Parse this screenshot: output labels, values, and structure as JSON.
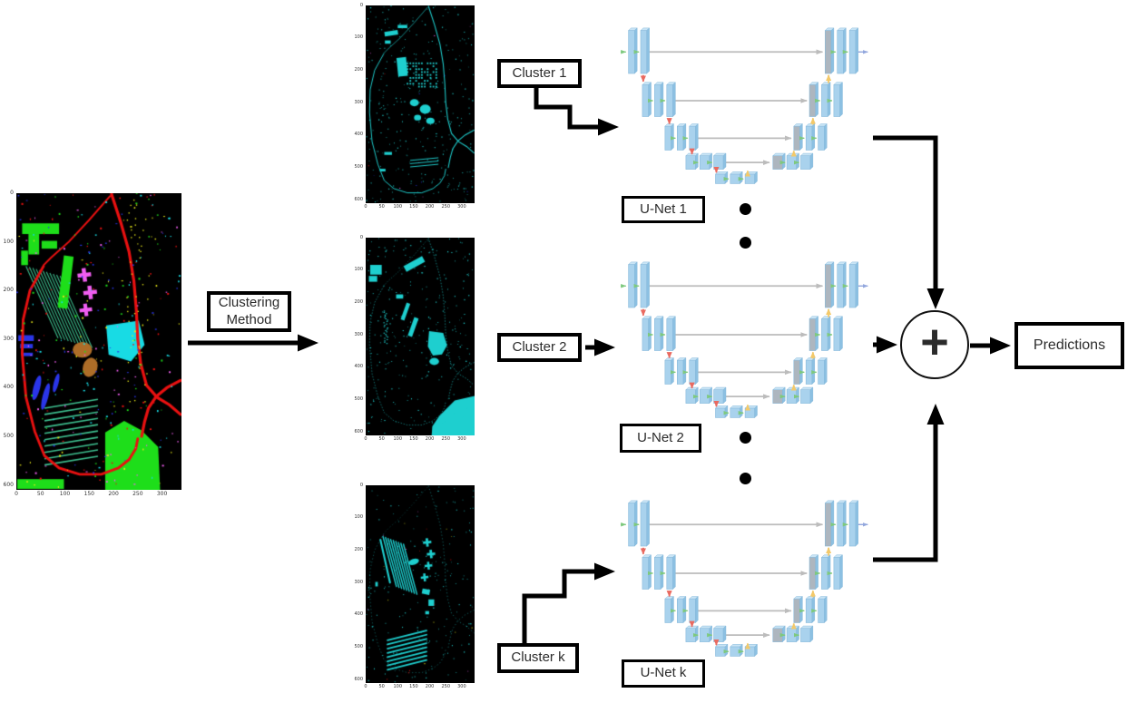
{
  "figure": {
    "ground_truth_plot": {
      "yticks": [
        "0",
        "100",
        "200",
        "300",
        "400",
        "500",
        "600"
      ],
      "xticks": [
        "0",
        "50",
        "100",
        "150",
        "200",
        "250",
        "300"
      ]
    },
    "cluster_plots": {
      "yticks": [
        "0",
        "100",
        "200",
        "300",
        "400",
        "500",
        "600"
      ],
      "xticks": [
        "0",
        "50",
        "100",
        "150",
        "200",
        "250",
        "300"
      ]
    },
    "boxes": {
      "clustering": {
        "line1": "Clustering",
        "line2": "Method"
      },
      "clusters": [
        {
          "label": "Cluster 1"
        },
        {
          "label": "Cluster 2"
        },
        {
          "label": "Cluster k"
        }
      ],
      "unets": [
        {
          "label": "U-Net 1"
        },
        {
          "label": "U-Net 2"
        },
        {
          "label": "U-Net k"
        }
      ],
      "sum": {
        "symbol": "+"
      },
      "predictions": {
        "label": "Predictions"
      }
    },
    "colors": {
      "arrow": "#000000",
      "cluster_feature": "#1ecfcf",
      "gt_palette": {
        "background": "#000000",
        "road_red": "#e81010",
        "green": "#1ede1a",
        "teal_rows": "#3dbf8f",
        "magenta": "#f05df0",
        "cyan": "#18dbe4",
        "blue": "#2a35e8",
        "brown": "#ad6d28",
        "yellow": "#e8e818"
      },
      "unet": {
        "slab": "#a9d2ed",
        "slab_top": "#c8e4f5",
        "slab_side": "#8cc0e2",
        "slab_edge": "#86b8da",
        "concat": "#adb6bf",
        "skip": "#bcbcbc",
        "conv": "#7ec97e",
        "down": "#e96a60",
        "up": "#f3c96a",
        "output": "#93a7dd"
      }
    }
  }
}
